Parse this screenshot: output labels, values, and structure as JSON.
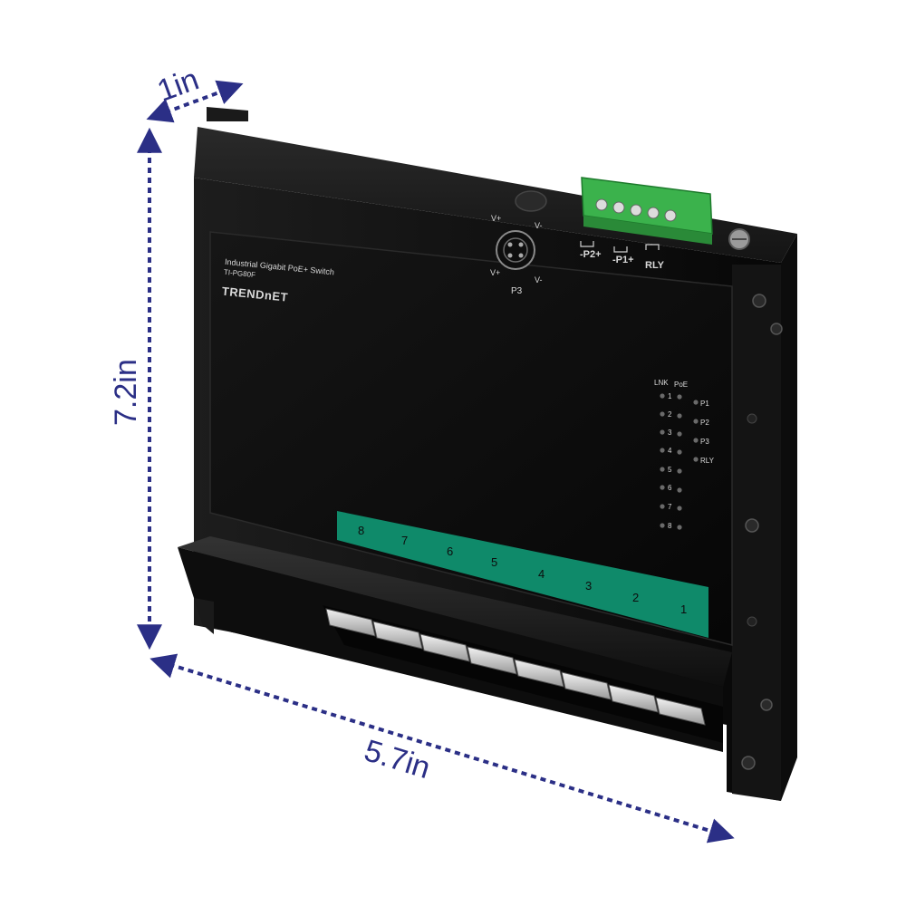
{
  "dimensions": {
    "depth": "1in",
    "height": "7.2in",
    "width": "5.7in"
  },
  "colors": {
    "dimension": "#2b2f86",
    "body": "#121212",
    "panel": "#0b0b0b",
    "port_strip": "#0f8a6a",
    "terminal_block": "#3bb24c"
  },
  "device": {
    "product_line": "Industrial Gigabit PoE+ Switch",
    "model": "TI-PG80F",
    "brand": "TRENDnET",
    "power_port": "P3",
    "power_pins": [
      "V+",
      "V-",
      "V+",
      "V-"
    ],
    "terminal_labels": [
      "-P2+",
      "-P1+",
      "RLY"
    ],
    "led_headers": [
      "LNK",
      "PoE"
    ],
    "led_rows": [
      "1",
      "2",
      "3",
      "4",
      "5",
      "6",
      "7",
      "8"
    ],
    "status_leds": [
      "P1",
      "P2",
      "P3",
      "RLY"
    ],
    "port_numbers": [
      "8",
      "7",
      "6",
      "5",
      "4",
      "3",
      "2",
      "1"
    ]
  },
  "icons": {
    "arrow": "dimension-arrow-icon",
    "screw": "screw-icon",
    "ground": "ground-screw-icon"
  }
}
